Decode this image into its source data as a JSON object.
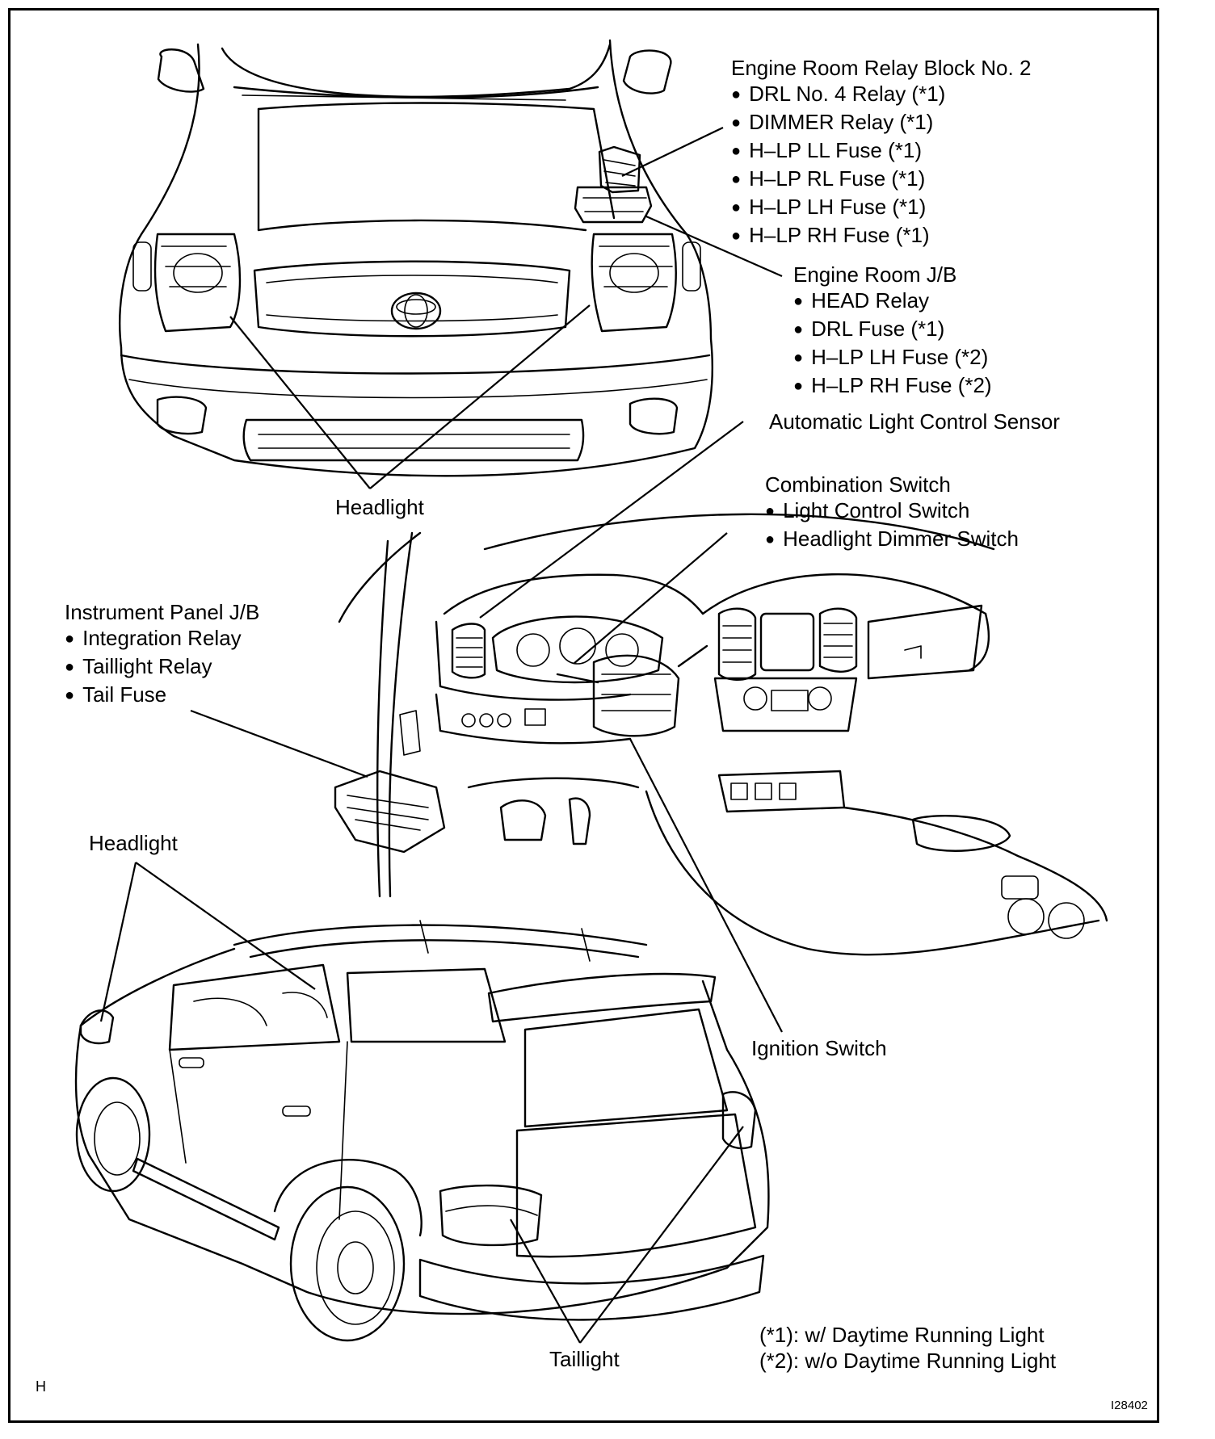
{
  "labels": {
    "erb2": {
      "title": "Engine Room Relay Block No. 2",
      "items": [
        "DRL No. 4 Relay (*1)",
        "DIMMER Relay (*1)",
        "H–LP LL Fuse (*1)",
        "H–LP RL Fuse (*1)",
        "H–LP LH Fuse (*1)",
        "H–LP RH Fuse (*1)"
      ]
    },
    "erjb": {
      "title": "Engine Room J/B",
      "items": [
        "HEAD Relay",
        "DRL Fuse (*1)",
        "H–LP LH Fuse (*2)",
        "H–LP RH Fuse (*2)"
      ]
    },
    "sensor": "Automatic Light Control Sensor",
    "combo": {
      "title": "Combination Switch",
      "items": [
        "Light Control Switch",
        "Headlight Dimmer Switch"
      ]
    },
    "ipjb": {
      "title": "Instrument Panel J/B",
      "items": [
        "Integration Relay",
        "Taillight Relay",
        "Tail Fuse"
      ]
    },
    "headlight_front": "Headlight",
    "headlight_rear": "Headlight",
    "ignition": "Ignition Switch",
    "taillight": "Taillight",
    "note1": "(*1): w/ Daytime Running Light",
    "note2": "(*2): w/o Daytime Running Light",
    "corner_left": "H",
    "corner_right": "I28402"
  }
}
